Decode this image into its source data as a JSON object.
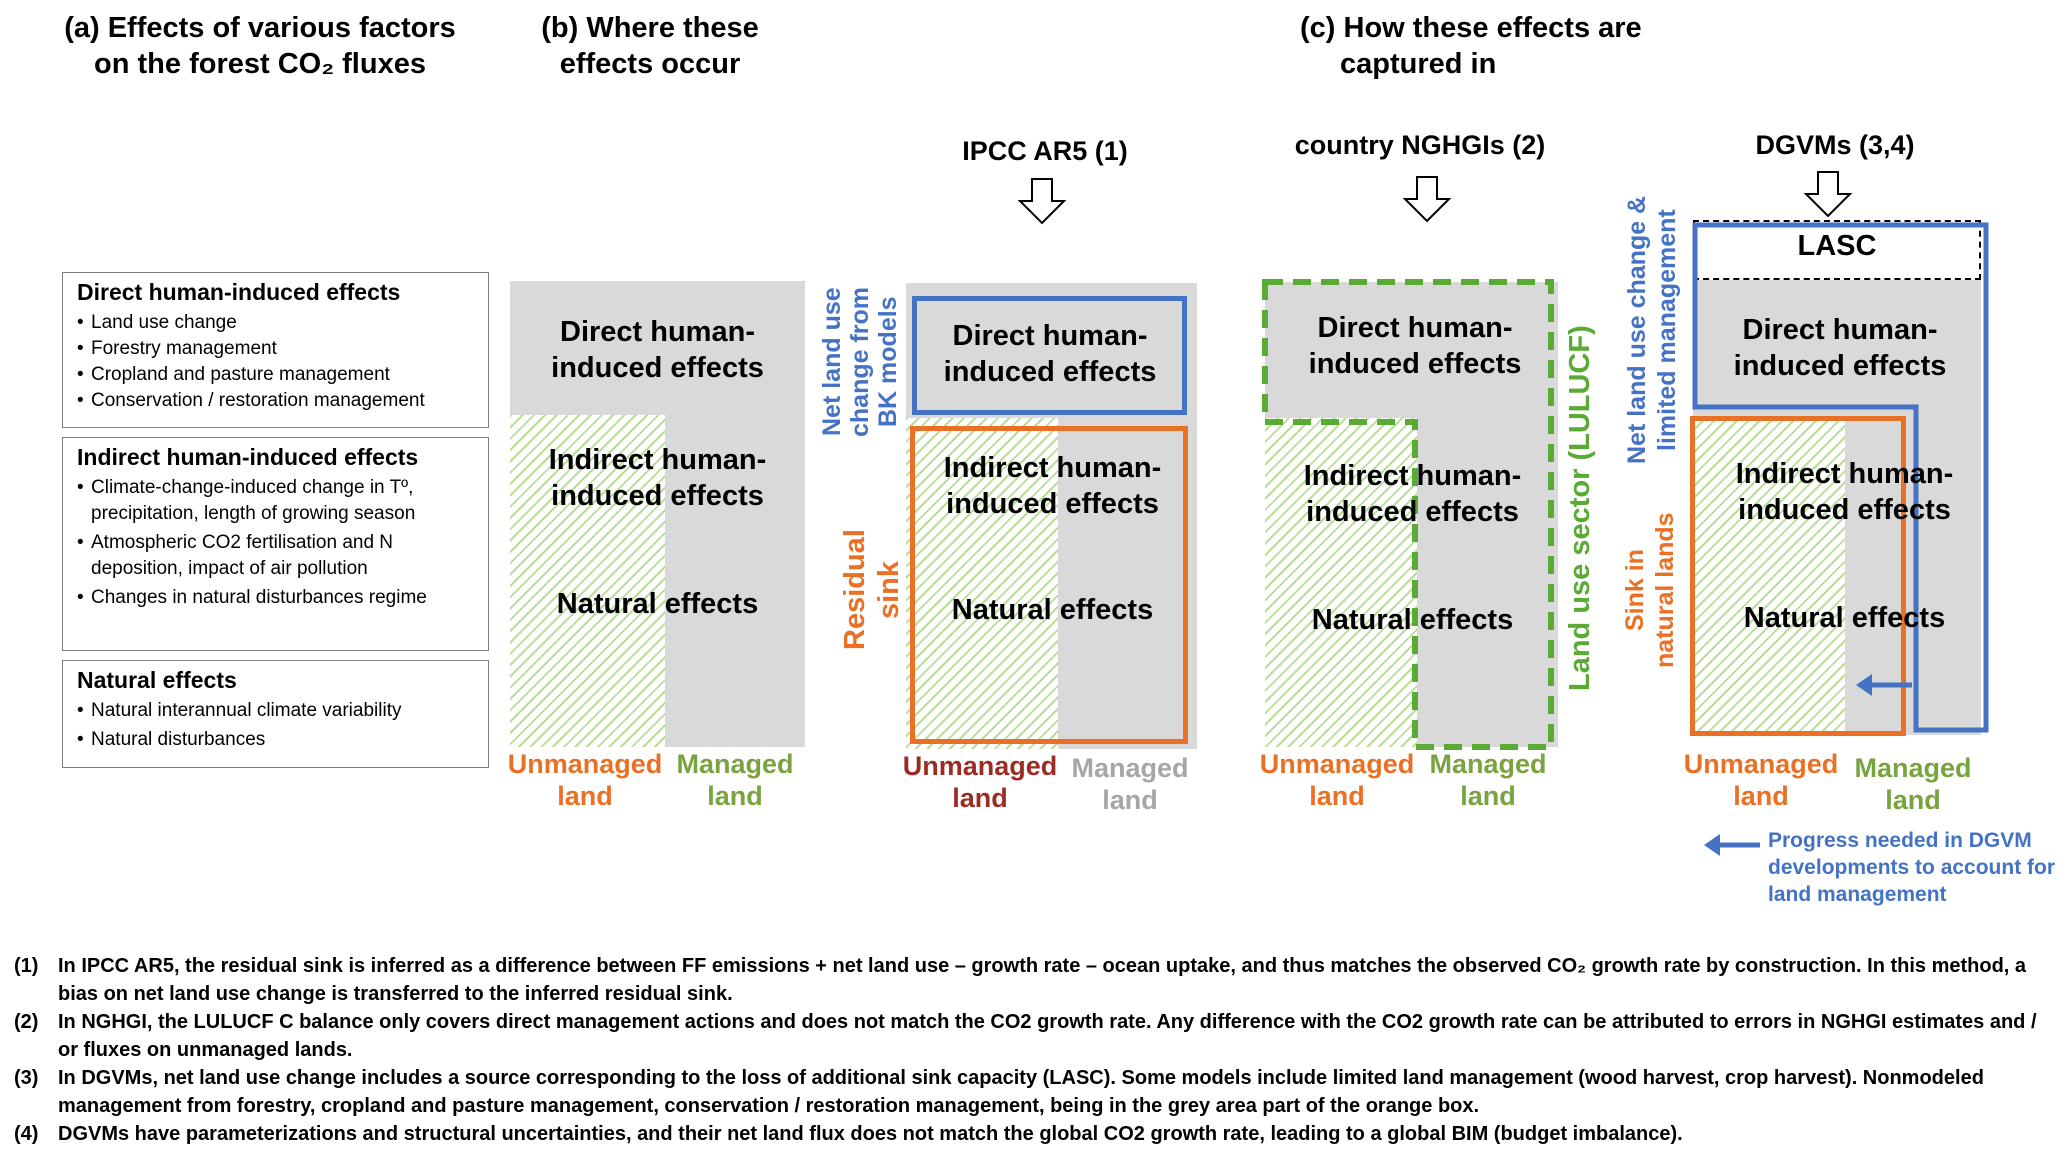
{
  "headers": {
    "a": "(a) Effects of various factors on the forest CO₂ fluxes",
    "a_line1": "(a) Effects of various factors",
    "a_line2": "on the forest CO₂ fluxes",
    "b_line1": "(b) Where these",
    "b_line2": "effects occur",
    "c_line1": "(c) How these effects are",
    "c_line2": "captured in"
  },
  "legend": [
    {
      "title": "Direct human-induced effects",
      "items": [
        "Land use change",
        "Forestry management",
        "Cropland and pasture management",
        "Conservation / restoration management"
      ]
    },
    {
      "title": "Indirect human-induced effects",
      "items": [
        "Climate-change-induced change in Tº, precipitation, length of growing season",
        "Atmospheric CO2 fertilisation and N deposition, impact of air pollution",
        "Changes in natural disturbances regime"
      ]
    },
    {
      "title": "Natural effects",
      "items": [
        "Natural interannual climate variability",
        "Natural disturbances"
      ]
    }
  ],
  "panel_b": {
    "direct": "Direct human-induced effects",
    "indirect": "Indirect human-induced effects",
    "natural": "Natural effects",
    "unmanaged": "Unmanaged land",
    "managed": "Managed land"
  },
  "panel_ipcc": {
    "title": "IPCC AR5 (1)",
    "direct": "Direct human-induced effects",
    "indirect": "Indirect human-induced effects",
    "natural": "Natural effects",
    "unmanaged": "Unmanaged land",
    "managed": "Managed land",
    "side_blue": "Net land use change from BK models",
    "side_orange": "Residual sink"
  },
  "panel_nghgi": {
    "title": "country NGHGIs (2)",
    "direct": "Direct human-induced effects",
    "indirect": "Indirect human-induced effects",
    "natural": "Natural effects",
    "unmanaged": "Unmanaged land",
    "managed": "Managed land",
    "side_green": "Land use sector (LULUCF)"
  },
  "panel_dgvm": {
    "title": "DGVMs (3,4)",
    "lasc": "LASC",
    "direct": "Direct human-induced effects",
    "indirect": "Indirect human-induced effects",
    "natural": "Natural effects",
    "unmanaged": "Unmanaged land",
    "managed": "Managed land",
    "side_blue": "Net land use change & limited management",
    "side_orange": "Sink in natural lands",
    "progress_note": "Progress needed in DGVM developments to account for land management"
  },
  "notes": [
    {
      "num": "(1)",
      "text": "In IPCC AR5, the residual sink is inferred as a difference between FF emissions + net land use – growth rate – ocean uptake, and thus matches the observed CO₂ growth rate by construction. In this method, a bias on net land use change is transferred to the inferred residual sink."
    },
    {
      "num": "(2)",
      "text": "In NGHGI, the LULUCF C balance only covers direct management actions and does not match the CO2 growth rate. Any difference with the CO2 growth rate can be attributed to errors in NGHGI estimates and / or fluxes on unmanaged lands."
    },
    {
      "num": "(3)",
      "text": "In DGVMs, net land use change includes a source corresponding to the loss of additional sink capacity (LASC). Some models include limited land management (wood harvest, crop harvest). Nonmodeled management from forestry, cropland and pasture management, conservation / restoration management, being in the grey area part of the orange box."
    },
    {
      "num": "(4)",
      "text": "DGVMs have parameterizations and structural uncertainties, and their net land flux does not match the global CO2 growth rate, leading to a global BIM (budget imbalance)."
    }
  ],
  "colors": {
    "orange": "#e97024",
    "blue": "#4472c4",
    "green_dashed": "#5aab35",
    "grey_fill": "#d9d9d9",
    "hatch_green": "#b9dd97"
  }
}
